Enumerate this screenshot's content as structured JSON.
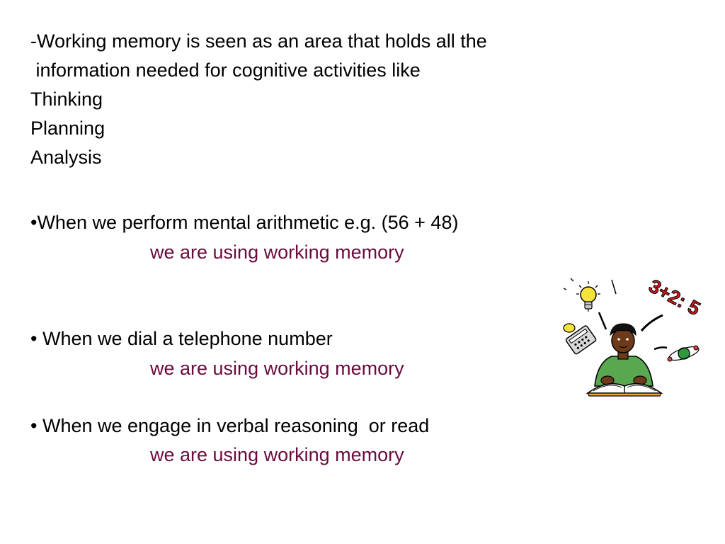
{
  "intro": {
    "line1": "-Working memory is seen as an area that holds all the",
    "line2": " information needed for cognitive activities like",
    "activities": [
      "Thinking",
      "Planning",
      "Analysis"
    ]
  },
  "bullets": [
    {
      "text": "•When we perform mental arithmetic e.g. (56 + 48)",
      "conclusion": "we are using working memory"
    },
    {
      "text": "• When we dial a telephone number",
      "conclusion": "we are using working memory"
    },
    {
      "text": "• When we engage in verbal reasoning  or read",
      "conclusion": "we are using working memory"
    }
  ],
  "illustration": {
    "equation": "3+2: 5",
    "icons": [
      "lightbulb-icon",
      "telephone-icon",
      "atom-icon",
      "reading-person-icon"
    ]
  },
  "colors": {
    "text": "#000000",
    "highlight": "#6b0a3e",
    "equation": "#cc1a1a",
    "background": "#ffffff"
  }
}
